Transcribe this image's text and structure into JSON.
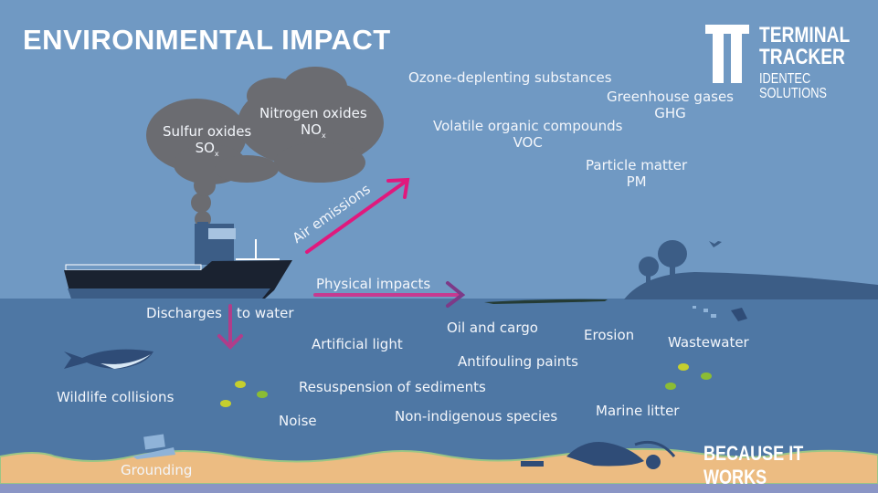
{
  "title": "ENVIRONMENTAL IMPACT",
  "brand": {
    "logo_mark": "TT",
    "line1": "TERMINAL",
    "line2": "TRACKER",
    "line3": "IDENTEC SOLUTIONS",
    "tagline": "BECAUSE IT WORKS"
  },
  "cloud": {
    "sulfur": {
      "name": "Sulfur oxides",
      "formula": "SO",
      "sub": "x"
    },
    "nitrogen": {
      "name": "Nitrogen oxides",
      "formula": "NO",
      "sub": "x"
    }
  },
  "air_pollutants": {
    "ozone": "Ozone-deplenting substances",
    "ghg_name": "Greenhouse gases",
    "ghg_abbr": "GHG",
    "voc_name": "Volatile organic compounds",
    "voc_abbr": "VOC",
    "pm_name": "Particle matter",
    "pm_abbr": "PM"
  },
  "arrows": {
    "air": "Air emissions",
    "physical": "Physical impacts",
    "discharges_a": "Discharges",
    "discharges_b": "to water"
  },
  "impacts": {
    "artificial_light": "Artificial light",
    "oil_cargo": "Oil and cargo",
    "erosion": "Erosion",
    "wastewater": "Wastewater",
    "antifouling": "Antifouling paints",
    "resuspension": "Resuspension of sediments",
    "wildlife": "Wildlife collisions",
    "noise": "Noise",
    "non_indigenous": "Non-indigenous species",
    "marine_litter": "Marine litter",
    "grounding": "Grounding"
  },
  "colors": {
    "sky": "#7099c3",
    "sea": "#4e77a4",
    "arrow": "#e0197d",
    "cloud": "#6b6c71",
    "sand": "#ecbc82",
    "hull": "#1a2230"
  }
}
